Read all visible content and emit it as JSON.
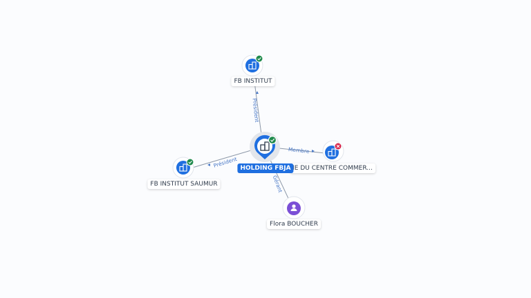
{
  "colors": {
    "accent": "#1f6fe0",
    "edge": "#8d98a8",
    "edge_label": "#4a79c7",
    "ok_badge": "#1f8a4c",
    "error_badge": "#d6254b",
    "person": "#7b4fd6"
  },
  "nodes": {
    "center": {
      "label": "HOLDING FBJA",
      "icon": "building-icon",
      "status": "ok"
    },
    "fb_institut": {
      "label": "FB INSTITUT",
      "icon": "building-icon",
      "status": "ok"
    },
    "fb_institut_saumur": {
      "label": "FB INSTITUT SAUMUR",
      "icon": "building-icon",
      "status": "ok"
    },
    "centre_commercial": {
      "label": "IE DU CENTRE COMMER...",
      "icon": "building-icon",
      "status": "closed"
    },
    "flora": {
      "label": "Flora BOUCHER",
      "icon": "person-icon"
    }
  },
  "edges": {
    "to_fb_institut": "Président",
    "to_fb_institut_saumur": "Président",
    "to_centre_commercial": "Membre",
    "to_flora": "Gérant"
  }
}
